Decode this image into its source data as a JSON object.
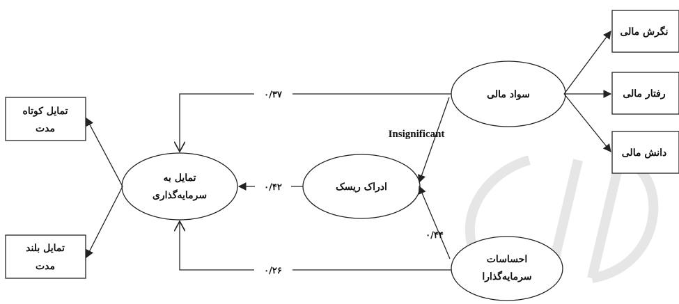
{
  "nodes": {
    "attitude": "نگرش مالی",
    "behavior": "رفتار مالی",
    "knowledge": "دانش مالی",
    "literacy": "سواد مالی",
    "risk": "ادراک ریسک",
    "sentiment": [
      "احساسات",
      "سرمایه‌گذارا"
    ],
    "intention": [
      "تمایل به",
      "سرمایه‌گذاری"
    ],
    "short_term": [
      "تمایل کوتاه",
      "مدت"
    ],
    "long_term": [
      "تمایل بلند",
      "مدت"
    ]
  },
  "coefficients": {
    "literacy_to_intention": "۰/۳۷",
    "risk_to_intention": "۰/۴۲",
    "sentiment_to_intention": "۰/۲۶",
    "sentiment_to_risk": "۰/۴۴",
    "literacy_to_risk": "Insignificant"
  },
  "colors": {
    "stroke": "#222222",
    "watermark": "#c8c8c8"
  }
}
